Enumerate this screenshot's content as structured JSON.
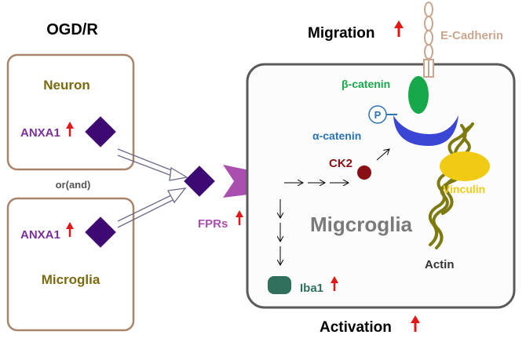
{
  "title": "OGD/R",
  "connector_text": "or(and)",
  "neuron_box": {
    "label": "Neuron",
    "protein": "ANXA1"
  },
  "microglia_box": {
    "label": "Microglia",
    "protein": "ANXA1"
  },
  "receptor_label": "FPRs",
  "cell": {
    "label": "Migcroglia",
    "kinase": "CK2",
    "phospho": "P",
    "beta_catenin": "β-catenin",
    "alpha_catenin": "α-catenin",
    "vinculin": "Vinculin",
    "actin": "Actin",
    "marker": "Iba1"
  },
  "ecadherin": "E-Cadherin",
  "migration": "Migration",
  "activation": "Activation",
  "colors": {
    "box_border": "#a8846a",
    "olive_text": "#7a6a10",
    "purple_text": "#7a2f9a",
    "diamond": "#3d0a73",
    "receptor": "#a94fb0",
    "up_arrow": "#e01818",
    "cell_border": "#5a5a5a",
    "cell_fill": "#fcfcfc",
    "ck2_dot": "#8a0f14",
    "beta_green": "#17a84a",
    "alpha_blue": "#3a46d4",
    "alpha_text": "#2b73b3",
    "vinculin": "#f1cb13",
    "actin": "#7d7a10",
    "iba1": "#2f6f5b",
    "ecadherin": "#c9a68e",
    "label_gray": "#7a7a7a"
  }
}
